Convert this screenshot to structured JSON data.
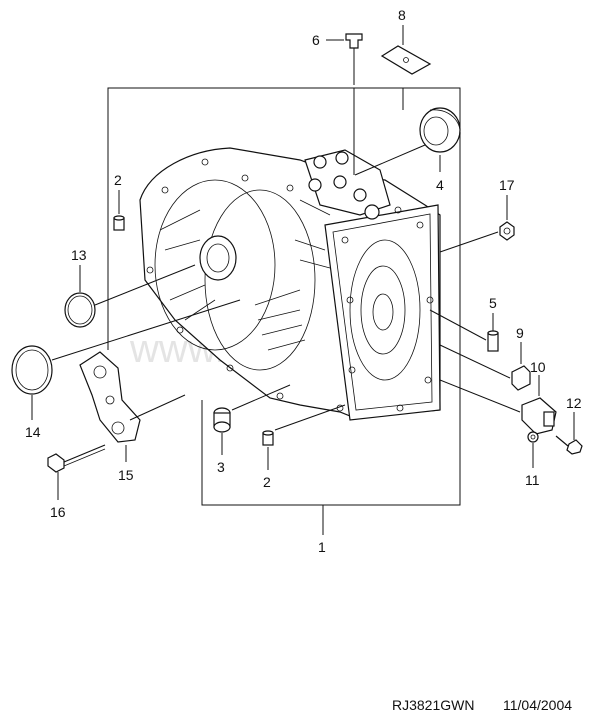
{
  "watermark": "www.gm-avtod.ru",
  "footer": {
    "code": "RJ3821GWN",
    "date": "11/04/2004"
  },
  "callouts": {
    "c1": "1",
    "c2a": "2",
    "c2b": "2",
    "c3": "3",
    "c4": "4",
    "c5": "5",
    "c6": "6",
    "c8": "8",
    "c9": "9",
    "c10": "10",
    "c11": "11",
    "c12": "12",
    "c13": "13",
    "c14": "14",
    "c15": "15",
    "c16": "16",
    "c17": "17"
  }
}
